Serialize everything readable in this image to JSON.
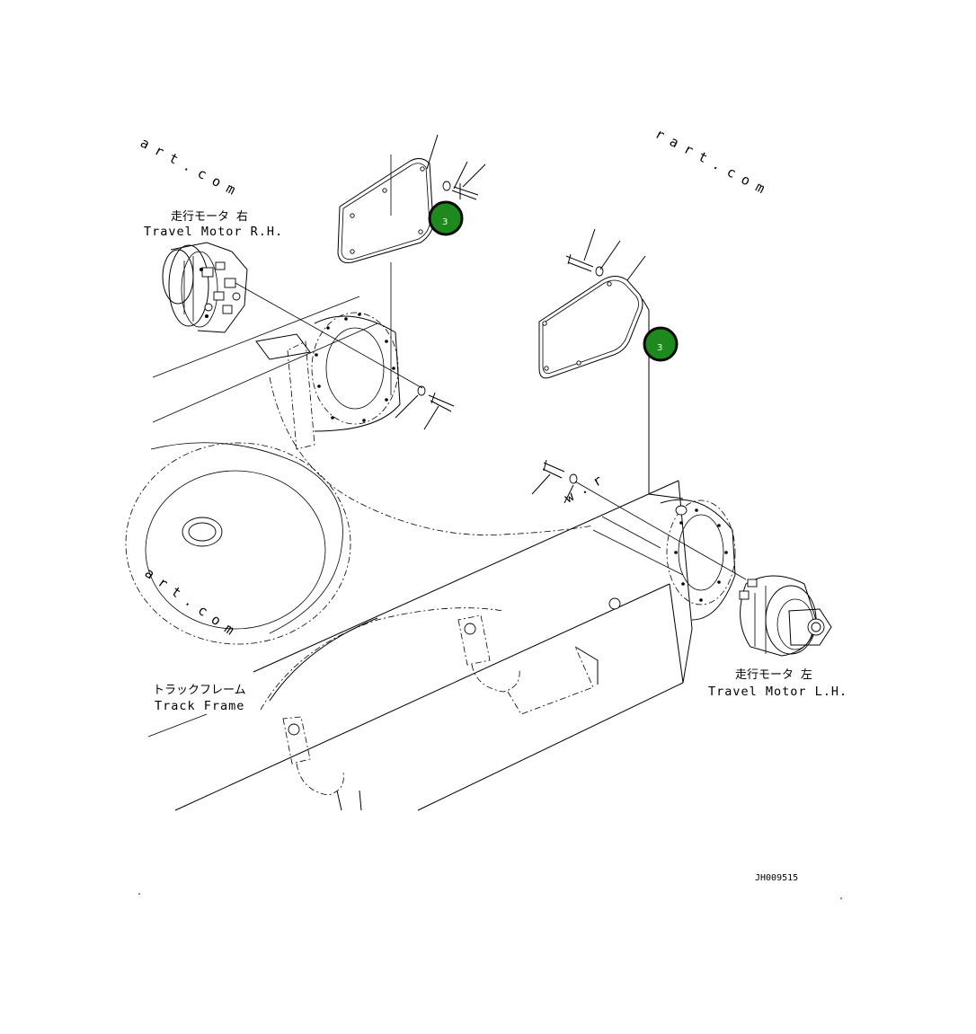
{
  "labels": {
    "motor_rh_jp": "走行モータ 右",
    "motor_rh_en": "Travel Motor R.H.",
    "motor_lh_jp": "走行モータ 左",
    "motor_lh_en": "Travel Motor L.H.",
    "track_frame_jp": "トラックフレーム",
    "track_frame_en": "Track Frame"
  },
  "callouts": [
    {
      "number": "3",
      "color": "#1e8a1e"
    },
    {
      "number": "3",
      "color": "#1e8a1e"
    }
  ],
  "watermarks": {
    "left": "art.com",
    "right": "rart.com",
    "frame": "art.com",
    "frame_lh": "w.r"
  },
  "drawing_code": "JH009515"
}
